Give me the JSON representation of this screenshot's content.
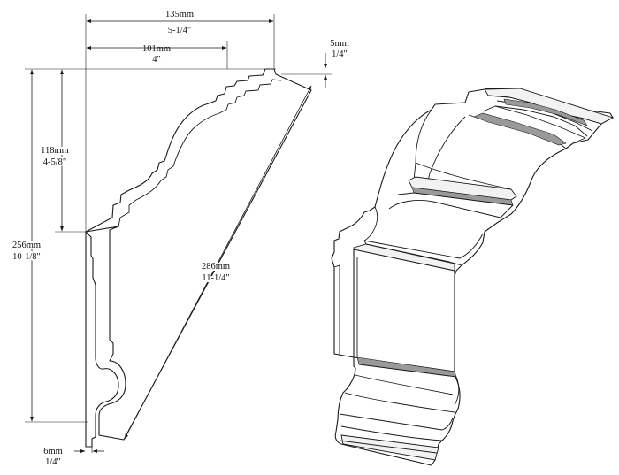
{
  "dimensions": {
    "projection": {
      "metric": "135mm",
      "imperial": "5-1/4\""
    },
    "inner_projection": {
      "metric": "101mm",
      "imperial": "4\""
    },
    "top_lip": {
      "metric": "5mm",
      "imperial": "1/4\""
    },
    "upper_height": {
      "metric": "118mm",
      "imperial": "4-5/8\""
    },
    "height": {
      "metric": "256mm",
      "imperial": "10-1/8\""
    },
    "face": {
      "metric": "286mm",
      "imperial": "11-1/4\""
    },
    "bottom_lip": {
      "metric": "6mm",
      "imperial": "1/4\""
    }
  }
}
